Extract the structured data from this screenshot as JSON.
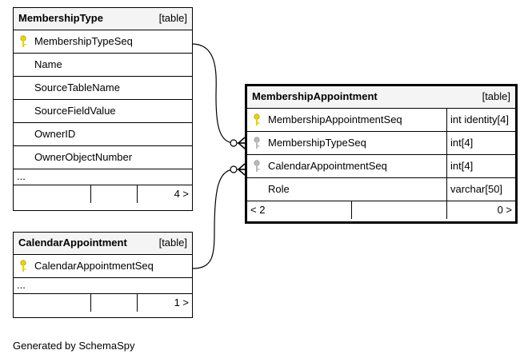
{
  "tables": {
    "membership_type": {
      "name": "MembershipType",
      "kind": "[table]",
      "columns": [
        "MembershipTypeSeq",
        "Name",
        "SourceTableName",
        "SourceFieldValue",
        "OwnerID",
        "OwnerObjectNumber"
      ],
      "ellipsis": "...",
      "footer_right": "4 >"
    },
    "calendar_appointment": {
      "name": "CalendarAppointment",
      "kind": "[table]",
      "columns": [
        "CalendarAppointmentSeq"
      ],
      "ellipsis": "...",
      "footer_right": "1 >"
    },
    "membership_appointment": {
      "name": "MembershipAppointment",
      "kind": "[table]",
      "columns": [
        {
          "name": "MembershipAppointmentSeq",
          "type": "int identity[4]"
        },
        {
          "name": "MembershipTypeSeq",
          "type": "int[4]"
        },
        {
          "name": "CalendarAppointmentSeq",
          "type": "int[4]"
        },
        {
          "name": "Role",
          "type": "varchar[50]"
        }
      ],
      "footer_left": "< 2",
      "footer_right": "0 >"
    }
  },
  "credit": "Generated by SchemaSpy",
  "colors": {
    "primary_key": "#e8d400",
    "foreign_key": "#aaaaaa"
  }
}
